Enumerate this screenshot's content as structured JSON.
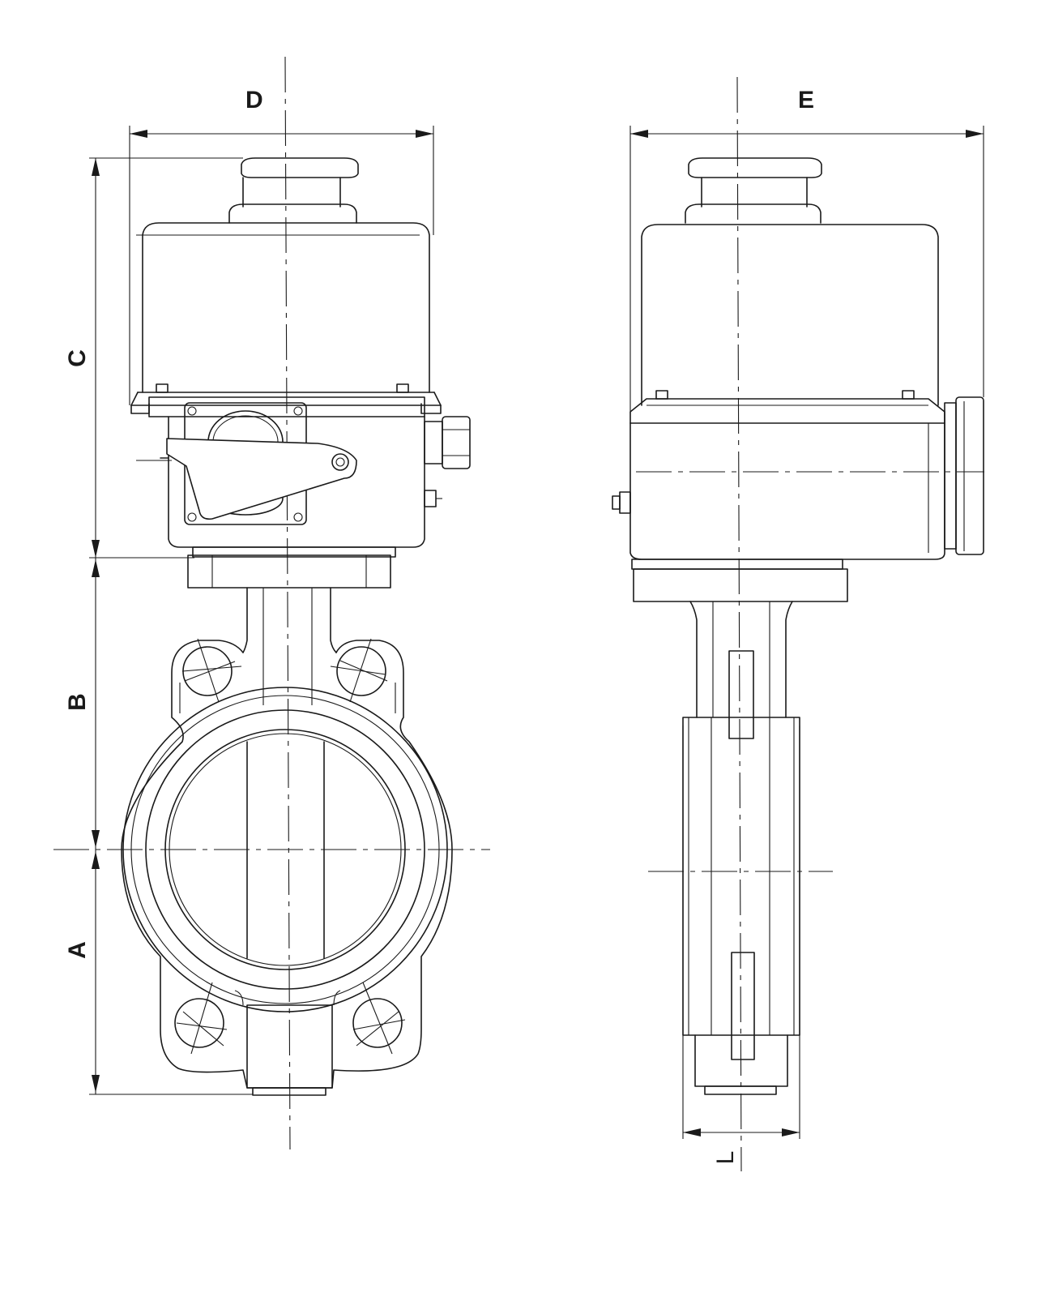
{
  "labels": {
    "dim_a": "A",
    "dim_b": "B",
    "dim_c": "C",
    "dim_d": "D",
    "dim_e": "E",
    "dim_l": "L"
  }
}
